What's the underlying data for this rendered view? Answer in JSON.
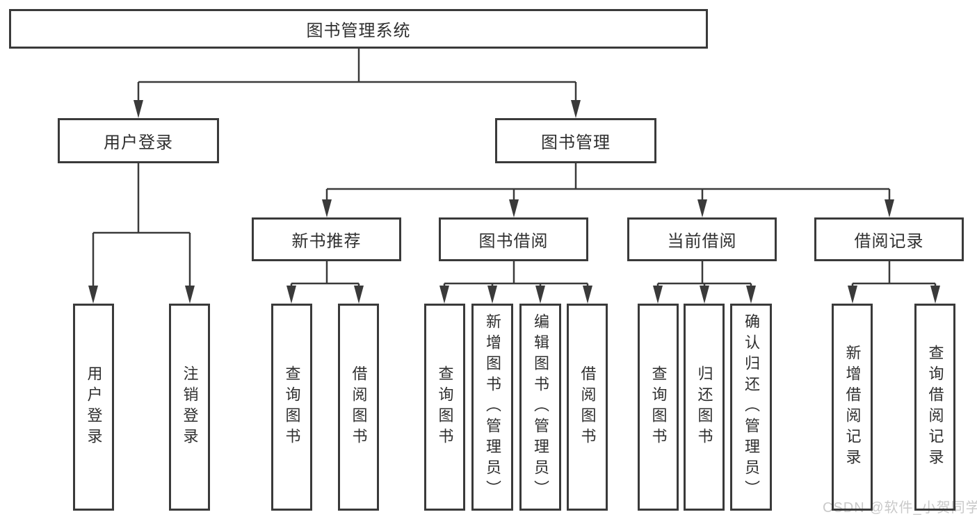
{
  "tree": {
    "root": {
      "label": "图书管理系统",
      "children": [
        {
          "label": "用户登录",
          "children": [
            {
              "label": "用户登录"
            },
            {
              "label": "注销登录"
            }
          ]
        },
        {
          "label": "图书管理",
          "children": [
            {
              "label": "新书推荐",
              "children": [
                {
                  "label": "查询图书"
                },
                {
                  "label": "借阅图书"
                }
              ]
            },
            {
              "label": "图书借阅",
              "children": [
                {
                  "label": "查询图书"
                },
                {
                  "label": "新增图书（管理员）"
                },
                {
                  "label": "编辑图书（管理员）"
                },
                {
                  "label": "借阅图书"
                }
              ]
            },
            {
              "label": "当前借阅",
              "children": [
                {
                  "label": "查询图书"
                },
                {
                  "label": "归还图书"
                },
                {
                  "label": "确认归还（管理员）"
                }
              ]
            },
            {
              "label": "借阅记录",
              "children": [
                {
                  "label": "新增借阅记录"
                },
                {
                  "label": "查询借阅记录"
                }
              ]
            }
          ]
        }
      ]
    }
  },
  "watermark": {
    "text": "CSDN @软件_小贺同学"
  },
  "colors": {
    "line": "#3a3a3a",
    "text": "#2f2f2f",
    "watermark": "#c9c9c9",
    "background": "#ffffff"
  }
}
